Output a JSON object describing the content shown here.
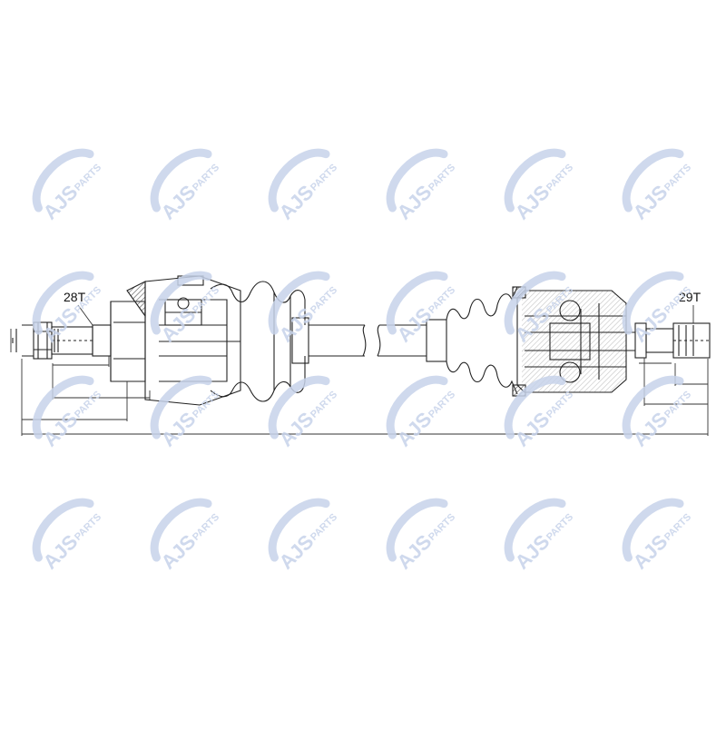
{
  "watermark": {
    "brand": "AJS",
    "sub": "PARTS",
    "color": "#c7d3ea",
    "icon": "ajs-parts-logo-icon"
  },
  "labels": {
    "left_spline": "28T",
    "right_spline": "29T"
  },
  "colors": {
    "line": "#222222",
    "hatch": "#555555",
    "background": "#ffffff"
  }
}
